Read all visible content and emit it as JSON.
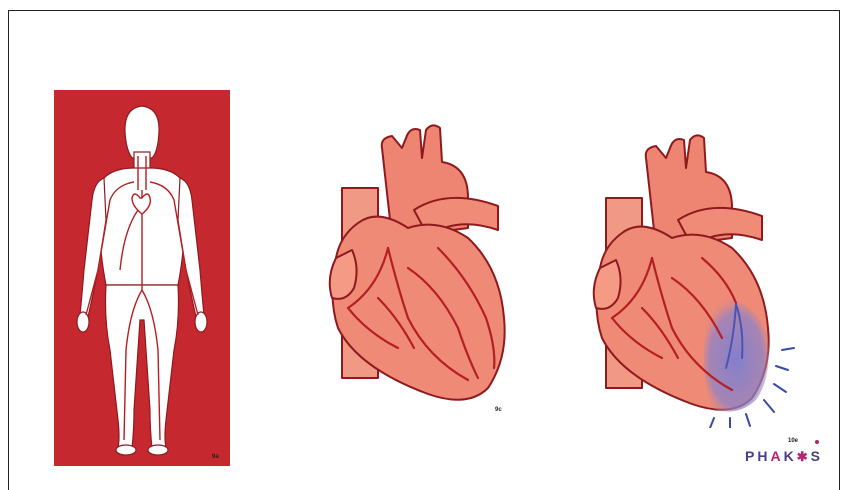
{
  "figures": {
    "body_label": "9a",
    "heart_label": "9c",
    "heart_attack_label": "10e"
  },
  "logo": {
    "text_1": "PH",
    "text_2": "A",
    "text_3": "K",
    "text_4": "✱",
    "text_5": "S"
  },
  "colors": {
    "panel_red": "#c5282e",
    "heart_fill": "#ef8a76",
    "heart_outline": "#8e1a1e",
    "vessel": "#b51f23",
    "ischemia": "#7e7fd0",
    "logo_purple": "#4b3b8a",
    "logo_magenta": "#b5246f"
  }
}
